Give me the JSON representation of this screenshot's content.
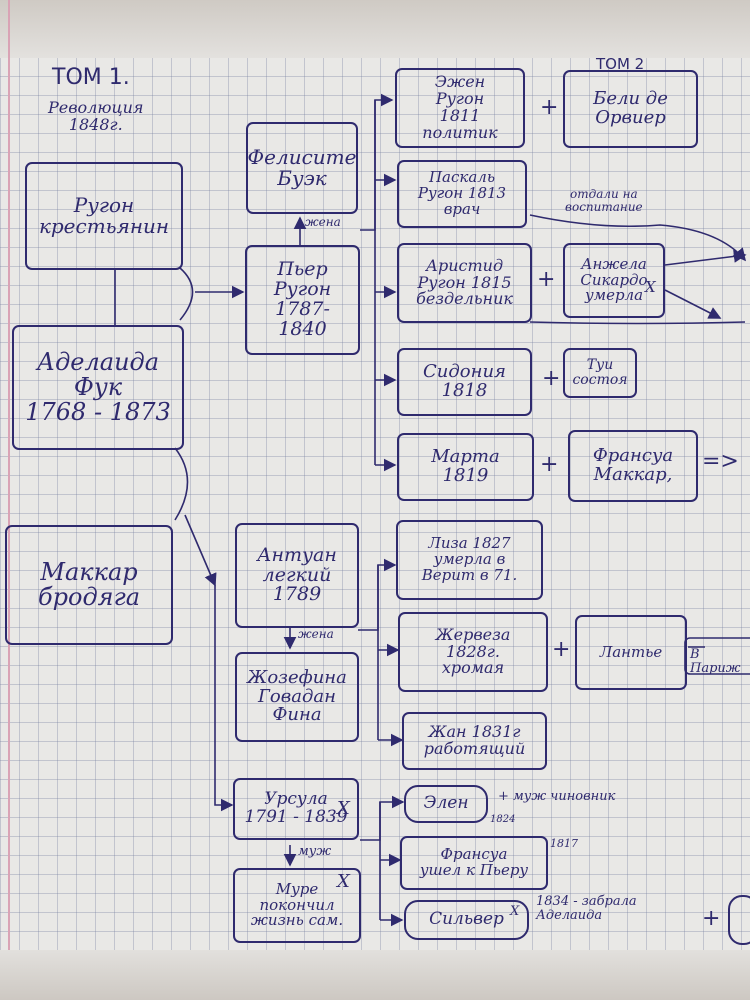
{
  "header": {
    "vol1": "ТОМ 1.",
    "vol2": "ТОМ 2",
    "subtitle": "Революция\n1848г."
  },
  "people": {
    "rugon": "Ругон\nкрестьянин",
    "adelaida": "Аделаида\nФук\n1768 - 1873",
    "makkar": "Маккар\nбродяга",
    "felisite": "Фелисите\nБуэк",
    "pier": "Пьер\nРугон\n1787-\n1840",
    "antuan": "Антуан\nлегкий\n1789",
    "zhozefina": "Жозефина\nГовадан\nФина",
    "ursula": "Урсула\n1791 - 1839",
    "mure": "Муре\nпокончил\nжизнь сам.",
    "ezhen": "Эжен\nРугон\n1811\nполитик",
    "bele": "Бели де\nОрвиер",
    "paskal": "Паскаль\nРугон 1813\nврач",
    "aristid": "Аристид\nРугон 1815\nбездельник",
    "anzhela": "Анжела\nСикардо\nумерла",
    "sidonia": "Сидония\n1818",
    "tui": "Туи\nсостоя",
    "marta": "Марта\n1819",
    "fransua_makkar": "Франсуа\nМаккар,",
    "liza": "Лиза 1827\nумерла в\nВерит в 71.",
    "zherveza": "Жервеза\n1828г.\nхромая",
    "lantie": "Лантье",
    "zhan": "Жан 1831г\nработящий",
    "elen": "Элен",
    "fransua_muret": "Франсуа\nушел к Пьеру",
    "silver": "Сильвер"
  },
  "annotations": {
    "wife1": "жена",
    "wife2": "жена",
    "husband": "муж",
    "foster": "отдали на\nвоспитание",
    "paris": "В Париж",
    "elen_note": "+ муж чиновник",
    "elen_year": "1824",
    "fransua_year": "1817",
    "silver_note": "1834 - забрала\nАделаида",
    "marta_arrow": "=>",
    "cross": "X"
  },
  "symbols": {
    "plus": "+"
  }
}
